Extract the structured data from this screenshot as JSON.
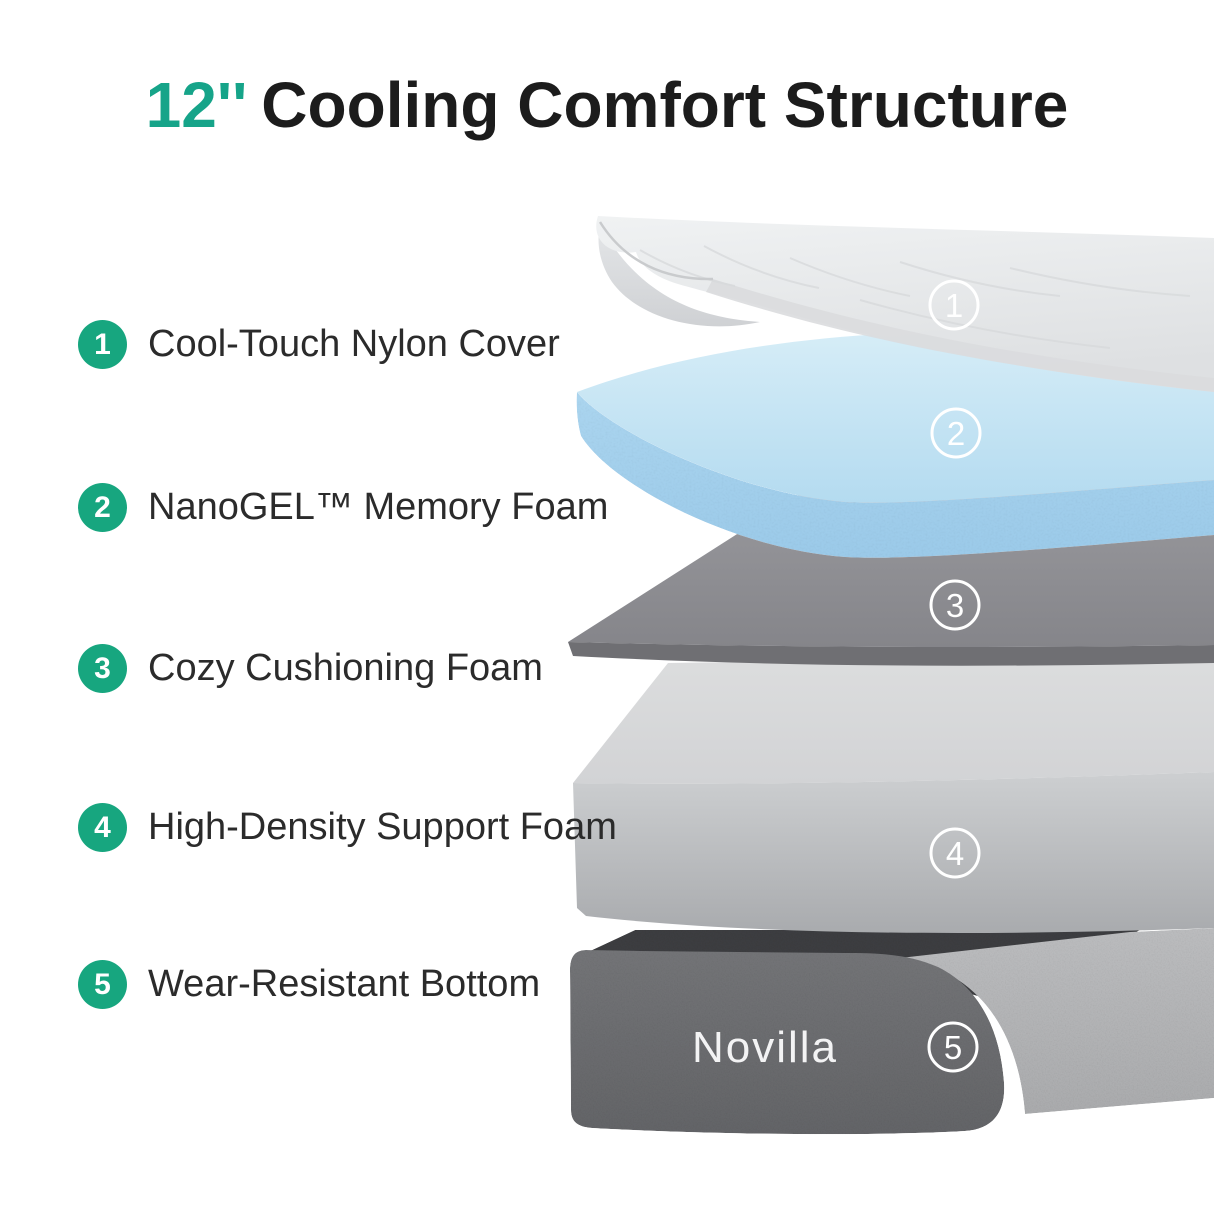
{
  "title": {
    "highlight": "12''",
    "text": "Cooling Comfort Structure"
  },
  "legend": {
    "items": [
      {
        "number": "1",
        "label": "Cool-Touch Nylon Cover"
      },
      {
        "number": "2",
        "label": "NanoGEL™ Memory Foam"
      },
      {
        "number": "3",
        "label": "Cozy Cushioning Foam"
      },
      {
        "number": "4",
        "label": "High-Density Support Foam"
      },
      {
        "number": "5",
        "label": "Wear-Resistant Bottom"
      }
    ]
  },
  "diagram": {
    "brand": "Novilla",
    "layer_marker_style": "white outlined circle",
    "colors": {
      "accent_green": "#17A67F",
      "title_highlight": "#16A489",
      "title_text": "#1C1C1C",
      "label_text": "#2B2B2B",
      "cover_gray": "#EAECED",
      "cover_shade": "#D9DBDD",
      "gel_blue_top": "#C6E4F3",
      "gel_blue_edge": "#A6D3EE",
      "cushion_gray_top": "#929296",
      "cushion_gray_edge": "#6F6F73",
      "support_gray_top": "#D8D9DB",
      "support_gray_front": "#BFC1C3",
      "base_front_dark": "#6E6F72",
      "base_side_light": "#B4B5B7",
      "base_inner_dark": "#3C3D40",
      "marker_white": "#FFFFFF"
    }
  }
}
